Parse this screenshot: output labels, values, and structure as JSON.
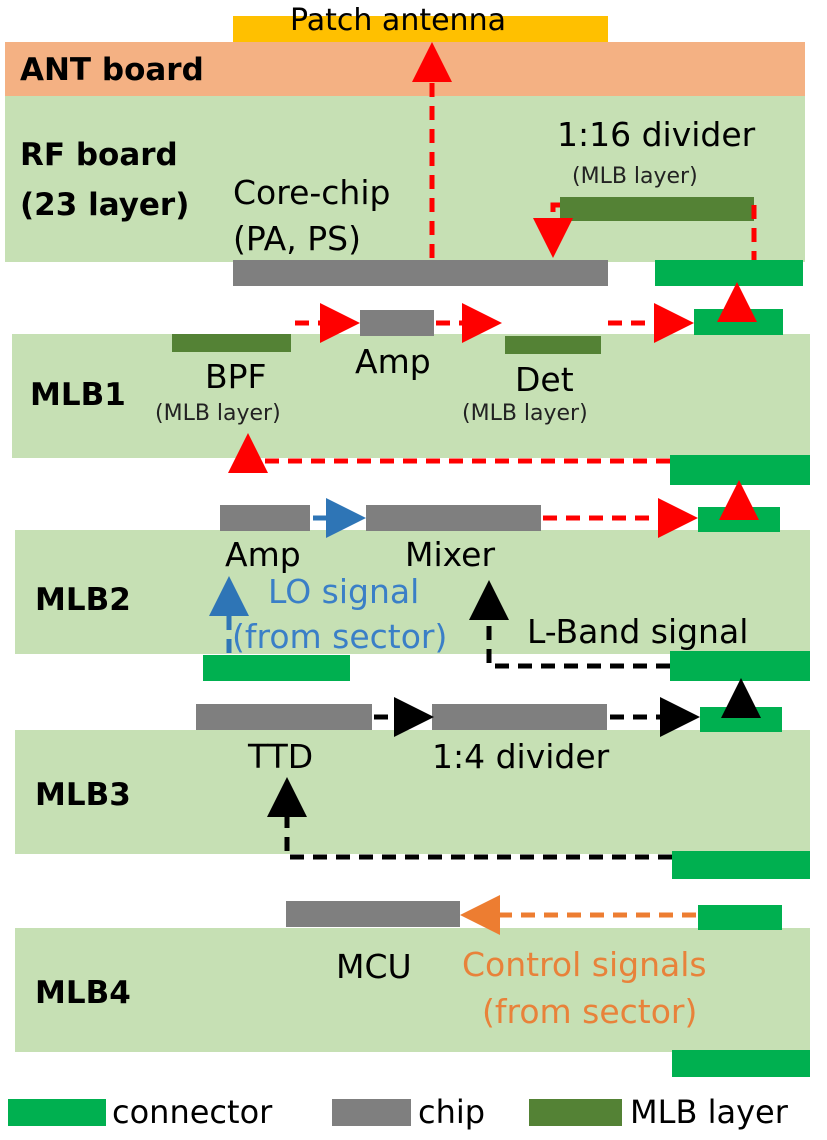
{
  "boards": {
    "ant_title": "ANT board",
    "rf_title_line1": "RF board",
    "rf_title_line2": "(23 layer)",
    "mlb1": "MLB1",
    "mlb2": "MLB2",
    "mlb3": "MLB3",
    "mlb4": "MLB4"
  },
  "antenna": {
    "label": "Patch antenna"
  },
  "rf": {
    "core_chip_line1": "Core-chip",
    "core_chip_line2": "(PA, PS)",
    "divider_label": "1:16 divider",
    "divider_sub": "(MLB layer)"
  },
  "mlb1": {
    "bpf": "BPF",
    "bpf_sub": "(MLB layer)",
    "amp": "Amp",
    "det": "Det",
    "det_sub": "(MLB layer)"
  },
  "mlb2": {
    "amp": "Amp",
    "mixer": "Mixer",
    "lo_line1": "LO signal",
    "lo_line2": "(from sector)",
    "lband": "L-Band signal"
  },
  "mlb3": {
    "ttd": "TTD",
    "divider": "1:4 divider"
  },
  "mlb4": {
    "mcu": "MCU",
    "control_line1": "Control signals",
    "control_line2": "(from sector)"
  },
  "legend": {
    "connector": "connector",
    "chip": "chip",
    "mlb_layer": "MLB layer"
  },
  "colors": {
    "board": "#c6e0b4",
    "ant_board": "#f4b183",
    "antenna": "#ffc000",
    "connector": "#00b050",
    "chip": "#7f7f7f",
    "mlb_layer": "#548235",
    "rf_signal": "#ff0000",
    "lo_signal": "#2e75b6",
    "if_signal": "#000000",
    "control_signal": "#ed7d31"
  }
}
